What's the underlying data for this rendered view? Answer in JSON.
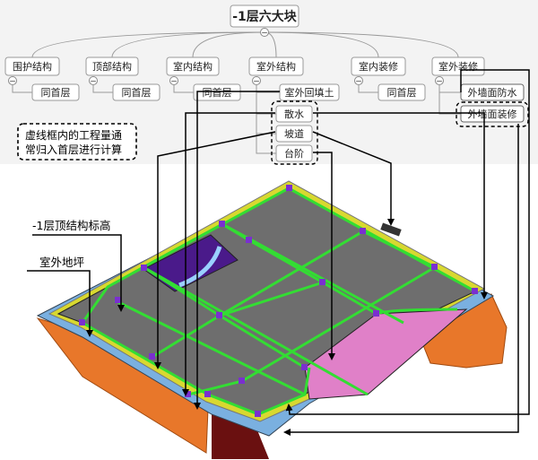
{
  "mindmap": {
    "root": "-1层六大块",
    "branches": [
      {
        "label": "围护结构",
        "children": [
          "同首层"
        ]
      },
      {
        "label": "顶部结构",
        "children": [
          "同首层"
        ]
      },
      {
        "label": "室内结构",
        "children": [
          "同首层"
        ]
      },
      {
        "label": "室外结构",
        "children": [
          "室外回填土",
          "散水",
          "坡道",
          "台阶"
        ]
      },
      {
        "label": "室内装修",
        "children": [
          "同首层"
        ]
      },
      {
        "label": "室外装修",
        "children": [
          "外墙面防水",
          "外墙面装修"
        ]
      }
    ],
    "collapse_glyph": "−"
  },
  "note": {
    "line1": "虚线框内的工程量通",
    "line2": "常归入首层进行计算"
  },
  "callouts": {
    "top_elevation": "-1层顶结构标高",
    "outdoor_ground": "室外地坪"
  },
  "colors": {
    "slab": "#6e6e6e",
    "beam": "#33dd33",
    "column": "#7a2fd0",
    "outdoor_ground": "#e8772a",
    "wall_band": "#7ab0e0",
    "ramp": "#e080c8",
    "stair_pit": "#4a1a8a",
    "edge": "#d8d830"
  }
}
